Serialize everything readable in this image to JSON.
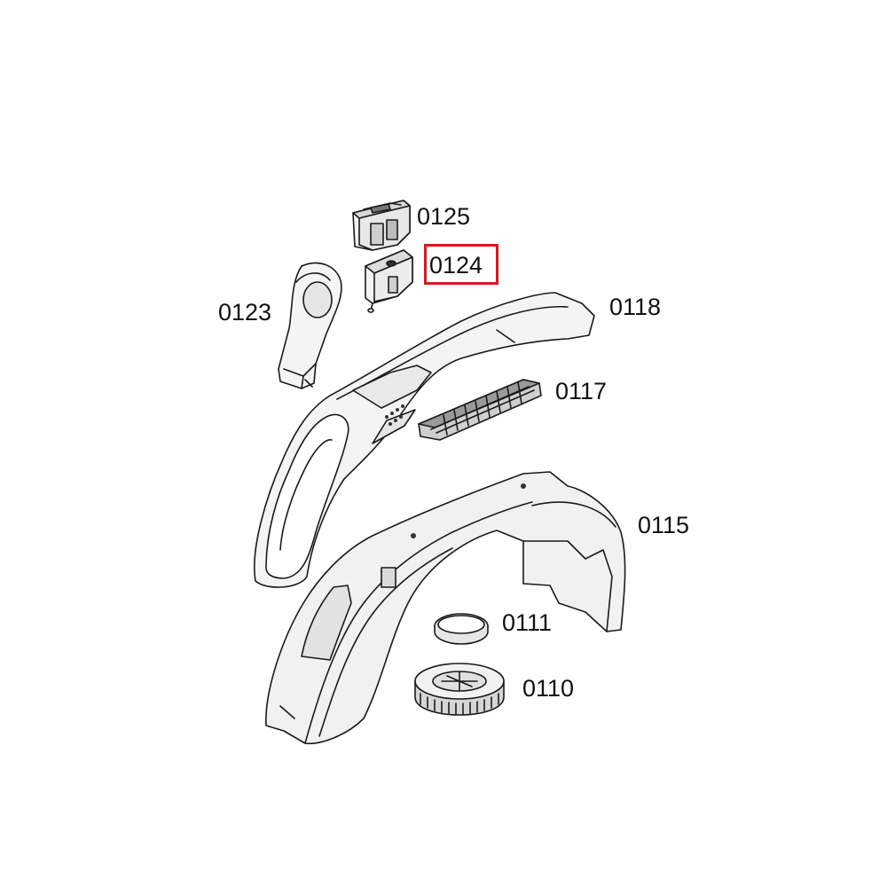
{
  "diagram": {
    "highlight_color": "#e0141e",
    "line_color": "#1a1a1a",
    "parts": [
      {
        "id": "p0125",
        "label": "0125"
      },
      {
        "id": "p0124",
        "label": "0124",
        "highlighted": true
      },
      {
        "id": "p0123",
        "label": "0123"
      },
      {
        "id": "p0118",
        "label": "0118"
      },
      {
        "id": "p0117",
        "label": "0117"
      },
      {
        "id": "p0115",
        "label": "0115"
      },
      {
        "id": "p0111",
        "label": "0111"
      },
      {
        "id": "p0110",
        "label": "0110"
      }
    ]
  }
}
